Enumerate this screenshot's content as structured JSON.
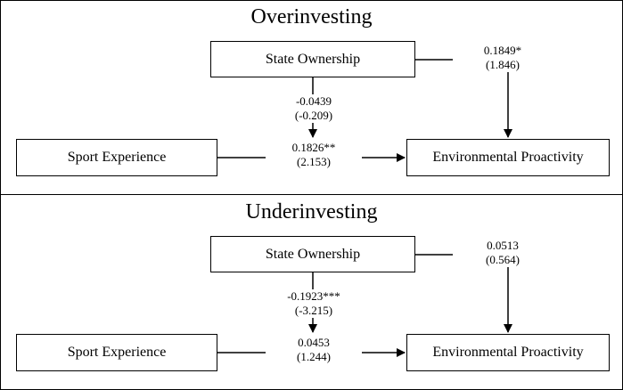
{
  "panels": [
    {
      "title": "Overinvesting",
      "nodes": {
        "state_ownership": "State Ownership",
        "sport_experience": "Sport Experience",
        "environmental_proactivity": "Environmental Proactivity"
      },
      "paths": {
        "state_to_env": {
          "coef": "0.1849*",
          "t": "(1.846)"
        },
        "state_to_mediated": {
          "coef": "-0.0439",
          "t": "(-0.209)"
        },
        "sport_to_env": {
          "coef": "0.1826**",
          "t": "(2.153)"
        }
      }
    },
    {
      "title": "Underinvesting",
      "nodes": {
        "state_ownership": "State Ownership",
        "sport_experience": "Sport Experience",
        "environmental_proactivity": "Environmental Proactivity"
      },
      "paths": {
        "state_to_env": {
          "coef": "0.0513",
          "t": "(0.564)"
        },
        "state_to_mediated": {
          "coef": "-0.1923***",
          "t": "(-3.215)"
        },
        "sport_to_env": {
          "coef": "0.0453",
          "t": "(1.244)"
        }
      }
    }
  ],
  "colors": {
    "line": "#000000",
    "background": "#ffffff"
  }
}
